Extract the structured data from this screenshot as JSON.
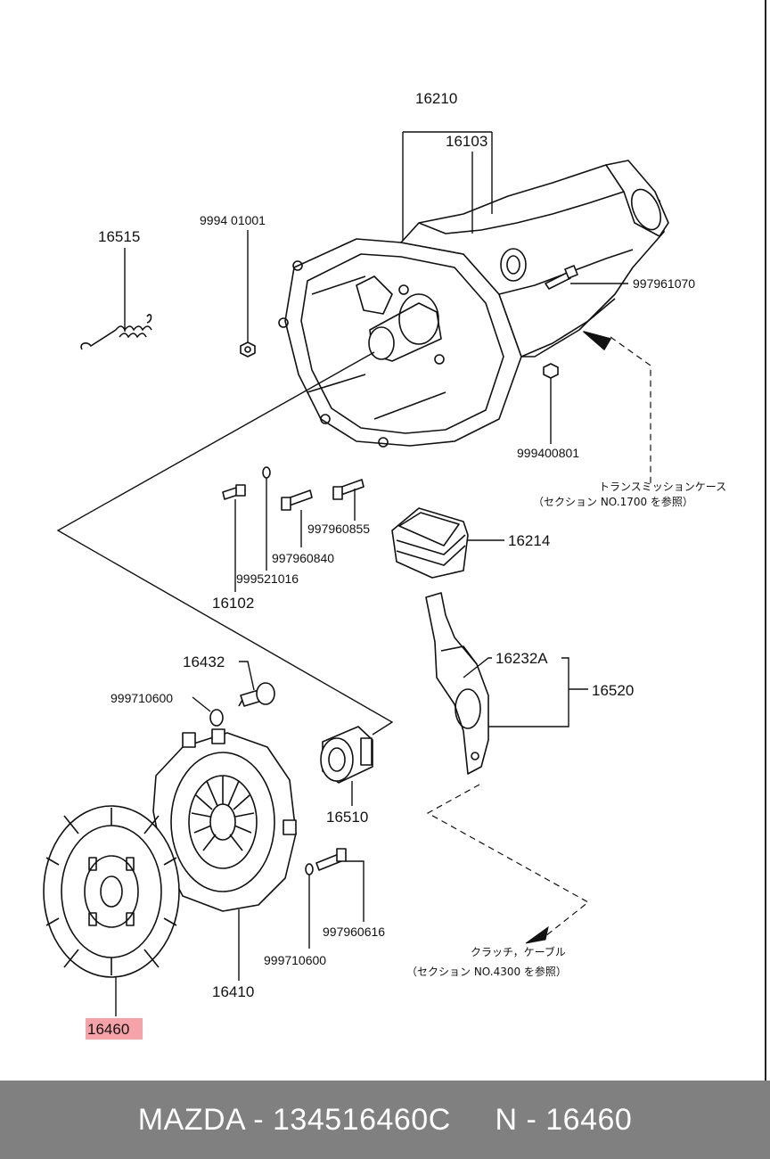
{
  "parts": {
    "p16210": "16210",
    "p16103": "16103",
    "p999401001": "9994 01001",
    "p16515": "16515",
    "p997961070": "997961070",
    "p999400801": "999400801",
    "p997960855": "997960855",
    "p997960840": "997960840",
    "p999521016": "999521016",
    "p16102": "16102",
    "p16214": "16214",
    "p16432": "16432",
    "p999710600a": "999710600",
    "p16232A": "16232A",
    "p16520": "16520",
    "p16510": "16510",
    "p997960616": "997960616",
    "p999710600b": "999710600",
    "p16410": "16410",
    "p16460": "16460"
  },
  "notes": {
    "transmission_line1": "トランスミッションケース",
    "transmission_line2": "（セクション NO.1700 を参照）",
    "clutch_line1": "クラッチ，ケーブル",
    "clutch_line2": "（セクション NO.4300 を参照）"
  },
  "highlight": {
    "part": "16460",
    "color": "#f5a3a8"
  },
  "footer": {
    "text": "MAZDA - 134516460C     N - 16460",
    "background": "#808080"
  }
}
